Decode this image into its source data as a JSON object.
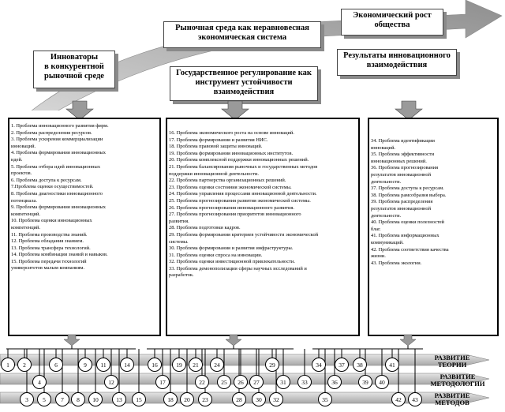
{
  "top_boxes": {
    "innovators": "Инноваторы\nв конкурентной\nрыночной среде",
    "market": "Рыночная среда как неравновесная\nэкономическая система",
    "growth": "Экономический рост\nобщества",
    "state": "Государственное регулирование как\nинструмент устойчивости\nвзаимодействия",
    "results": "Результаты инновационного\nвзаимодействия"
  },
  "column1": [
    "1. Проблема инновационного развития фирм.",
    "2.  Проблема распределения ресурсов.",
    "3. Проблема ускорения коммерциализации\nинноваций.",
    "4. Проблема формирования инновационных\nидей.",
    "5. Проблема отбора идей инновационных\nпроектов.",
    "6. Проблема доступа к ресурсам.",
    "7.Проблема оценки осуществимостей.",
    "8. Проблема диагностики инновационного\nпотенциала.",
    "9. Проблема формирования инновационных\nкомпетенций.",
    "10. Проблема оценки инновационных\nкомпетенций.",
    "11. Проблема производства знаний.",
    "12. Проблема обладания знанием.",
    "13. Проблема трансфера технологий.",
    "14. Проблема комбинации знаний и навыков.",
    "15. Проблема передачи технологий\nуниверситетов малым компаниям."
  ],
  "column2": [
    "16. Проблема экономического роста на основе инноваций.",
    "17. Проблема формирования и развития НИС.",
    "18. Проблема правовой защиты инноваций.",
    "19. Проблема формирования инновационных институтов.",
    "20. Проблема комплексной поддержки инновационных решений.",
    "21. Проблема балансирования рыночных и государственных методов\nподдержки инновационной деятельности.",
    "22. Проблема партнерства организационных решений.",
    "23. Проблема оценки состояния экономической системы.",
    "24. Проблема управления процессами инновационной деятельности.",
    "25. Проблема прогнозирования развития экономической системы.",
    "26. Проблема прогнозирования инновационного развития.",
    "27. Проблема прогнозирования приоритетов инновационного\nразвития.",
    "28. Проблема подготовки кадров.",
    "29. Проблема формирования критериев устойчивости экономической\nсистемы.",
    "30. Проблема формирования и развития инфраструктуры.",
    "31. Проблема оценки спроса на инновации.",
    "32. Проблема оценки инвестиционной привлекательности.",
    "33. Проблема демонополизации сферы научных исследований и\nразработок."
  ],
  "column3": [
    "34. Проблема идентификации\nинноваций.",
    "35. Проблема эффективности\nинновационных решений.",
    "36. Проблема прогнозирования\nрезультатов инновационной\nдеятельности.",
    "37. Проблема доступа к ресурсам.",
    "38. Проблема рамсобразия выбора.",
    "39. Проблема распределения\nрезультатов инновационной\nдеятельности.",
    "40. Проблема оценки полезностей\nблаг.",
    "41. Проблема информационных\nкоммуникаций.",
    "42. Проблема соответствия качества\nжизни.",
    "43. Проблема экологии."
  ],
  "bars": {
    "theory": "РАЗВИТИЕ\nТЕОРИИ",
    "methodology": "РАЗВИТИЕ\nМЕТОДОЛОГИИ",
    "methods": "РАЗВИТИЕ\nМЕТОДОВ"
  },
  "nodes": {
    "row1": [
      "1",
      "2",
      "6",
      "9",
      "11",
      "14",
      "16",
      "19",
      "21",
      "24",
      "29",
      "34",
      "37",
      "38",
      "41"
    ],
    "row2": [
      "4",
      "12",
      "17",
      "22",
      "25",
      "26",
      "27",
      "31",
      "33",
      "36",
      "39",
      "40"
    ],
    "row3": [
      "3",
      "5",
      "7",
      "8",
      "10",
      "13",
      "15",
      "18",
      "20",
      "23",
      "28",
      "30",
      "32",
      "35",
      "42",
      "43"
    ]
  }
}
